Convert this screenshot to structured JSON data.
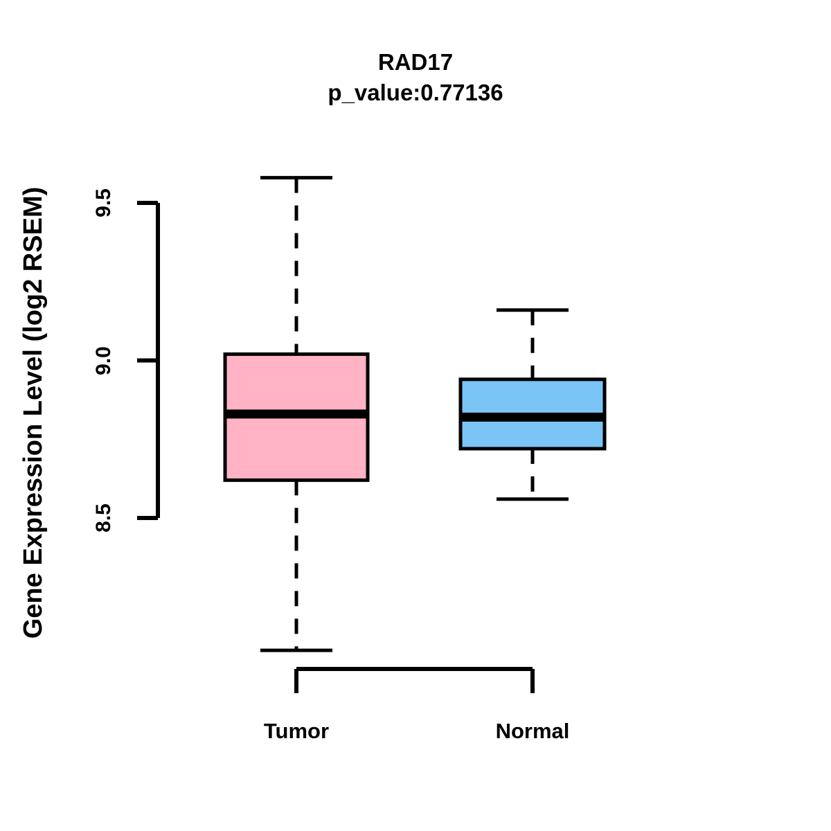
{
  "chart_data": {
    "type": "box",
    "title": "RAD17",
    "subtitle": "p_value:0.77136",
    "xlabel": "",
    "ylabel": "Gene Expression Level (log2 RSEM)",
    "ylim": [
      8.05,
      9.62
    ],
    "yticks": [
      9.5,
      9.0,
      8.5
    ],
    "ytick_labels": [
      "9.5",
      "9.0",
      "8.5"
    ],
    "categories": [
      "Tumor",
      "Normal"
    ],
    "grid": false,
    "legend": "none",
    "boxes": [
      {
        "name": "Tumor",
        "color": "#ffb3c4",
        "border_color": "#000000",
        "whisker_low": 8.08,
        "q1": 8.62,
        "median": 8.83,
        "q3": 9.02,
        "whisker_high": 9.58
      },
      {
        "name": "Normal",
        "color": "#7ac5f5",
        "border_color": "#000000",
        "whisker_low": 8.56,
        "q1": 8.72,
        "median": 8.82,
        "q3": 8.94,
        "whisker_high": 9.16
      }
    ]
  },
  "colors": {
    "tumor_fill": "#ffb3c4",
    "normal_fill": "#7ac5f5",
    "axis": "#000000",
    "background": "#ffffff"
  }
}
